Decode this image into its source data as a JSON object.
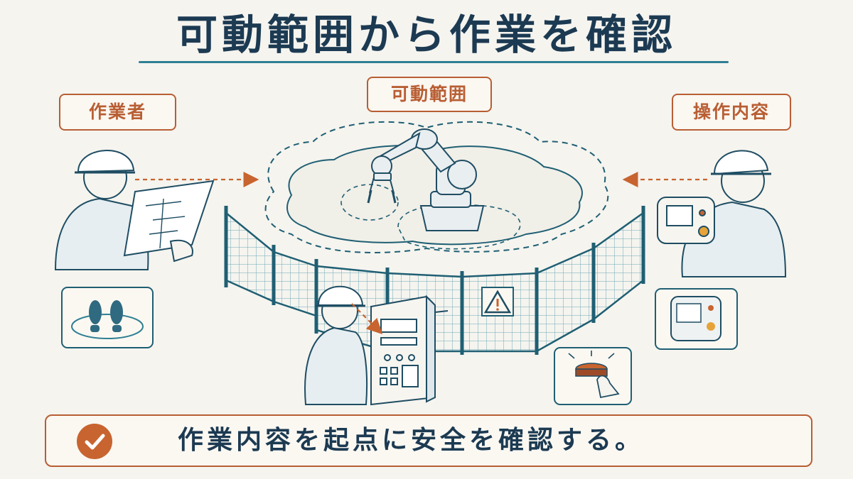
{
  "title": "可動範囲から作業を確認",
  "labels": {
    "worker": "作業者",
    "movable_range": "可動範囲",
    "operation": "操作内容"
  },
  "footer": {
    "text": "作業内容を起点に安全を確認する。"
  },
  "colors": {
    "ink": "#1c3a52",
    "teal": "#2f7f93",
    "accent": "#b85e33",
    "background": "#f5f4ef"
  }
}
